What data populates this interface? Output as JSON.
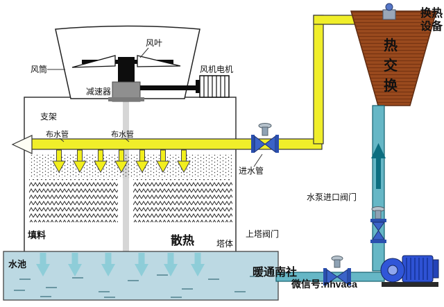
{
  "palette": {
    "pipe_yellow": "#f0ee2a",
    "pipe_teal": "#66b7c6",
    "teal_dark": "#0d6e80",
    "arrow_teal": "#8ecdd8",
    "pool_fill": "#bcd9e3",
    "exchanger_red": "#9a4a1e",
    "valve_blue": "#3a63c8",
    "pump_blue": "#2e52d4",
    "watermark_teal": "#2fa8a2",
    "watermark_white": "#ffffff"
  },
  "tower": {
    "fan_blade_label": "风叶",
    "wind_tube_label": "风筒",
    "reducer_label": "减速器",
    "fan_motor_label": "风机电机",
    "support_label": "支架",
    "water_pipe_label_1": "布水管",
    "water_pipe_label_2": "布水管",
    "fill_label": "填料",
    "heat_dissipation_label": "散热",
    "tower_body_label": "塔体",
    "pool_label": "水池"
  },
  "right_side": {
    "equipment_label_line1": "换热",
    "equipment_label_line2": "设备",
    "exchanger_chars": [
      "热",
      "交",
      "换"
    ],
    "inlet_pipe_label": "进水管",
    "pump_inlet_valve_label": "水泵进口阀门",
    "upper_tower_valve_label": "上塔阀门"
  },
  "watermarks": {
    "brand": "暖通南社",
    "wechat": "微信号:nhvaca"
  }
}
